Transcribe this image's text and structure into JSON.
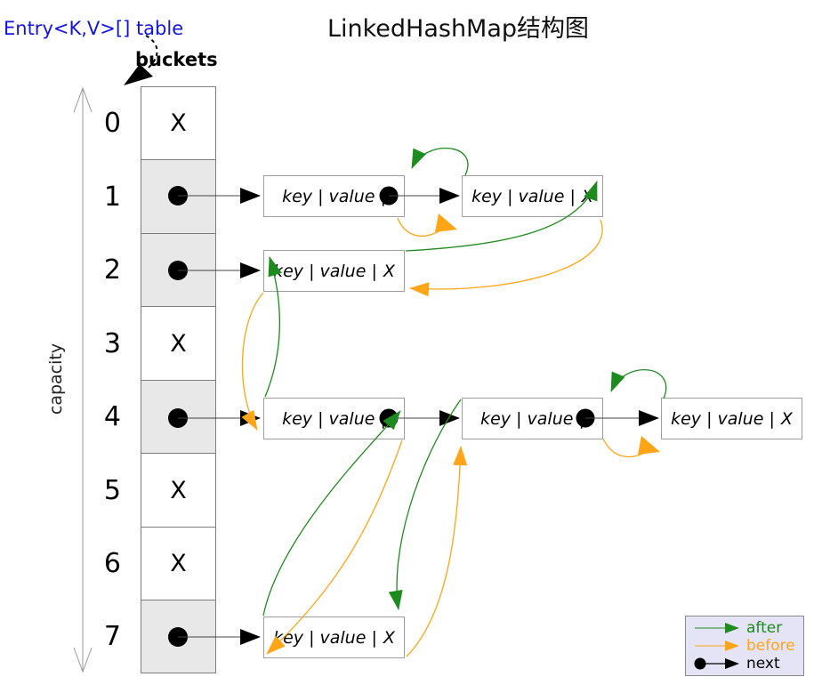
{
  "title": "LinkedHashMap结构图",
  "annotations": {
    "table_ref": "Entry<K,V>[] table",
    "buckets": "buckets",
    "capacity": "capacity"
  },
  "bucket_array": {
    "cells": [
      {
        "index": "0",
        "content": "X"
      },
      {
        "index": "1",
        "content": "●"
      },
      {
        "index": "2",
        "content": "●"
      },
      {
        "index": "3",
        "content": "X"
      },
      {
        "index": "4",
        "content": "●"
      },
      {
        "index": "5",
        "content": "X"
      },
      {
        "index": "6",
        "content": "X"
      },
      {
        "index": "7",
        "content": "●"
      }
    ]
  },
  "entries": [
    {
      "id": "bucket1-node1",
      "text": "key | value |",
      "next_slot": "●"
    },
    {
      "id": "bucket1-node2",
      "text": "key | value |",
      "next_slot": "X"
    },
    {
      "id": "bucket2-node1",
      "text": "key | value |",
      "next_slot": "X"
    },
    {
      "id": "bucket4-node1",
      "text": "key | value |",
      "next_slot": "●"
    },
    {
      "id": "bucket4-node2",
      "text": "key | value |",
      "next_slot": "●"
    },
    {
      "id": "bucket4-node3",
      "text": "key | value |",
      "next_slot": "X"
    },
    {
      "id": "bucket7-node1",
      "text": "key | value |",
      "next_slot": "X"
    }
  ],
  "legend": {
    "items": [
      {
        "label": "after",
        "color": "#1e8b1e"
      },
      {
        "label": "before",
        "color": "#ffa516"
      },
      {
        "label": "next",
        "color": "#000000"
      }
    ]
  },
  "colors": {
    "after_green": "#1e8b1e",
    "before_orange": "#ffa516",
    "next_black": "#000000",
    "occupied_cell_fill": "#e8e8e8",
    "table_ref_blue": "#1414e0",
    "legend_bg": "#e4e4f6"
  }
}
